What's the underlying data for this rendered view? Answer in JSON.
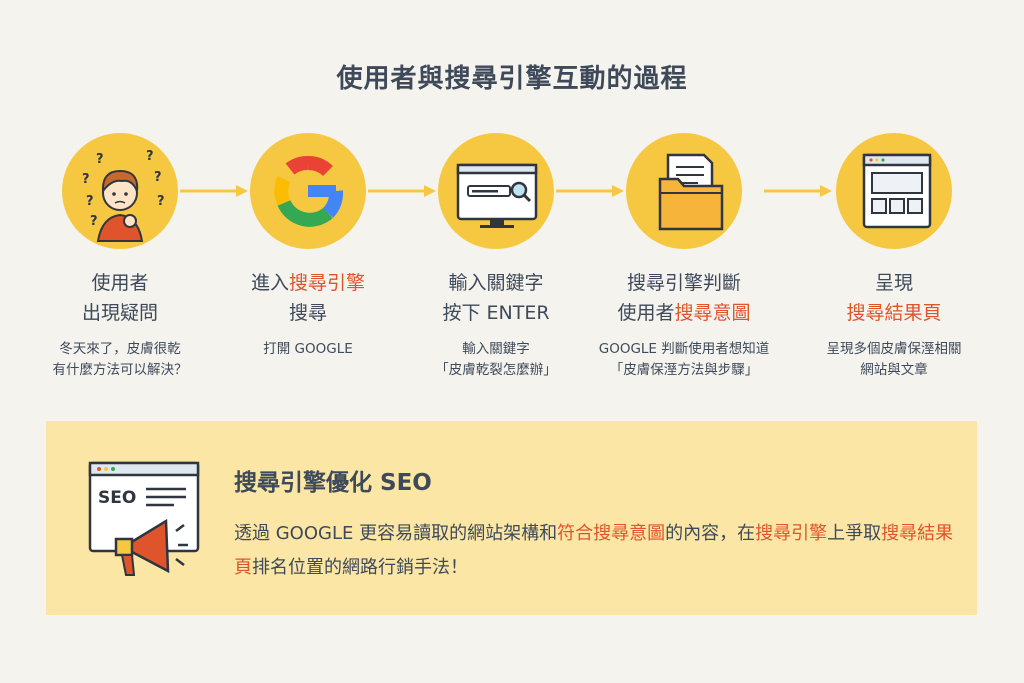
{
  "title": "使用者與搜尋引擎互動的過程",
  "steps": [
    {
      "icon": "confused-person-icon",
      "title_line1": "使用者",
      "title_line2": "出現疑問",
      "desc_line1": "冬天來了，皮膚很乾",
      "desc_line2": "有什麼方法可以解決？"
    },
    {
      "icon": "google-logo-icon",
      "title_line1_pre": "進入",
      "title_line1_hl": "搜尋引擎",
      "title_line2": "搜尋",
      "desc_line1": "打開 GOOGLE"
    },
    {
      "icon": "monitor-search-icon",
      "title_line1": "輸入關鍵字",
      "title_line2": "按下 ENTER",
      "desc_line1": "輸入關鍵字",
      "desc_line2": "「皮膚乾裂怎麼辦」"
    },
    {
      "icon": "document-folder-icon",
      "title_line1": "搜尋引擎判斷",
      "title_line2_pre": "使用者",
      "title_line2_hl": "搜尋意圖",
      "desc_line1": "GOOGLE 判斷使用者想知道",
      "desc_line2": "「皮膚保溼方法與步驟」"
    },
    {
      "icon": "browser-window-icon",
      "title_line1": "呈現",
      "title_line2_hl": "搜尋結果頁",
      "desc_line1": "呈現多個皮膚保溼相關",
      "desc_line2": "網站與文章"
    }
  ],
  "seo": {
    "icon": "seo-megaphone-icon",
    "icon_label": "SEO",
    "title": "搜尋引擎優化  SEO",
    "body": [
      {
        "text": "透過 GOOGLE 更容易讀取的網站架構和",
        "hl": false
      },
      {
        "text": "符合搜尋意圖",
        "hl": true
      },
      {
        "text": "的內容，在",
        "hl": false
      },
      {
        "text": "搜尋引擎",
        "hl": true
      },
      {
        "text": "上爭取",
        "hl": false
      },
      {
        "text": "搜尋結果頁",
        "hl": true
      },
      {
        "text": "排名位置的網路行銷手法！",
        "hl": false
      }
    ]
  },
  "colors": {
    "background": "#f5f3ee",
    "circle": "#f6c842",
    "highlight": "#e0542b",
    "text": "#3e4a5a",
    "seo_box": "#fbe6a6"
  }
}
